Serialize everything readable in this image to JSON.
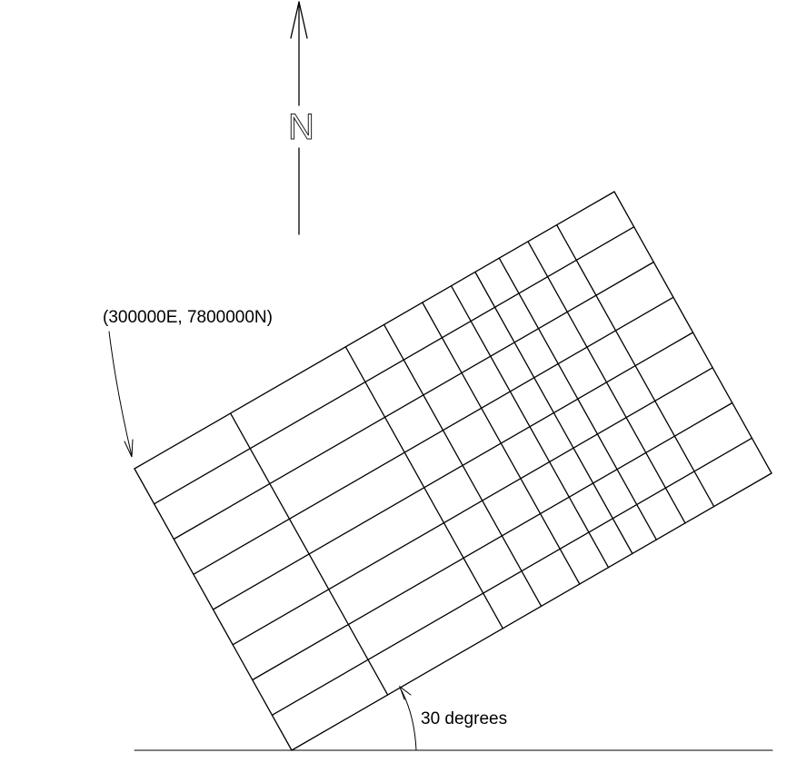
{
  "north_arrow": {
    "letter": "N",
    "icon": "north-arrow-icon"
  },
  "origin_label": "(300000E, 7800000N)",
  "angle_label": "30 degrees",
  "grid": {
    "rotation_degrees": 30,
    "column_divisions": [
      0,
      0.2,
      0.44,
      0.52,
      0.6,
      0.66,
      0.71,
      0.76,
      0.82,
      0.88,
      1
    ],
    "row_count": 8
  }
}
